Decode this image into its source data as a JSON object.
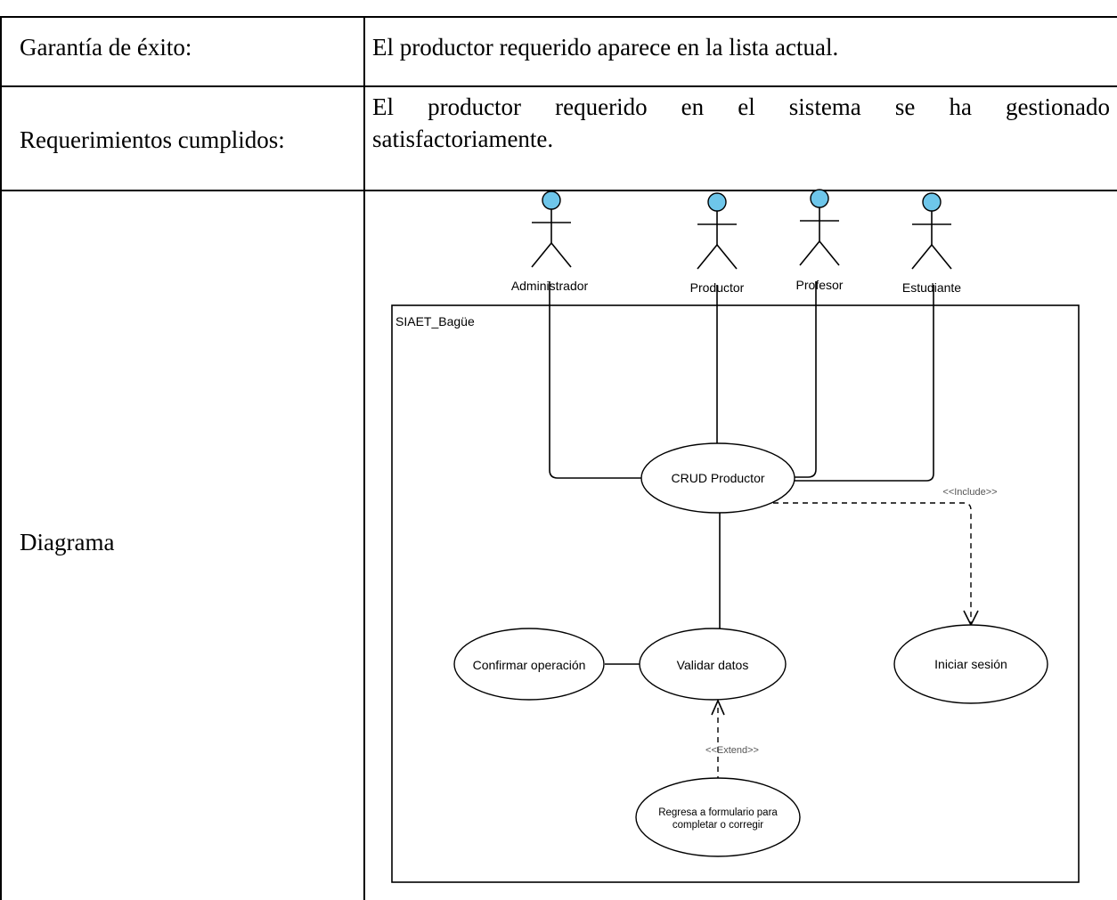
{
  "rows": [
    {
      "label": "Garantía de éxito:",
      "value": "El productor requerido aparece en la lista actual."
    },
    {
      "label": "Requerimientos cumplidos:",
      "value_line1": "El productor requerido en el sistema se ha gestionado",
      "value_line2": "satisfactoriamente."
    },
    {
      "label": "Diagrama"
    }
  ],
  "diagram": {
    "system_name": "SIAET_Bagüe",
    "actors": {
      "administrador": "Administrador",
      "productor": "Productor",
      "profesor": "Profesor",
      "estudiante": "Estudiante"
    },
    "use_cases": {
      "crud": "CRUD Productor",
      "validar": "Validar datos",
      "confirmar": "Confirmar operación",
      "iniciar": "Iniciar sesión",
      "regresa_line1": "Regresa a formulario para",
      "regresa_line2": "completar o corregir"
    },
    "stereotypes": {
      "include": "<<Include>>",
      "extend": "<<Extend>>"
    },
    "colors": {
      "actor_head": "#6ec6ea",
      "line": "#000000",
      "stereotype_text": "#555555"
    }
  }
}
